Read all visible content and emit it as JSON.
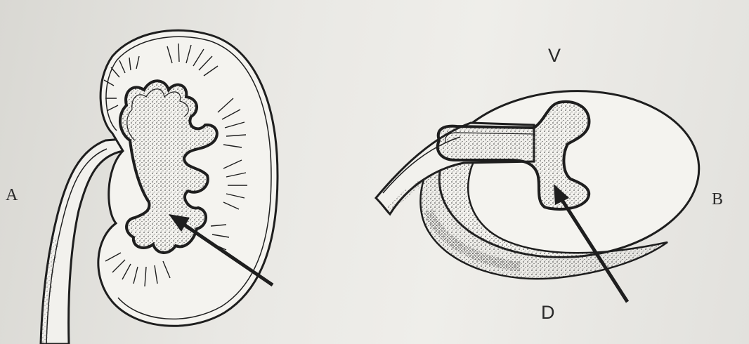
{
  "labels": {
    "a": "A",
    "b": "B",
    "v": "V",
    "d": "D"
  },
  "colors": {
    "ink": "#1e1e1e",
    "paper": "#e9e8e4",
    "organ_fill": "#f4f3ef"
  }
}
